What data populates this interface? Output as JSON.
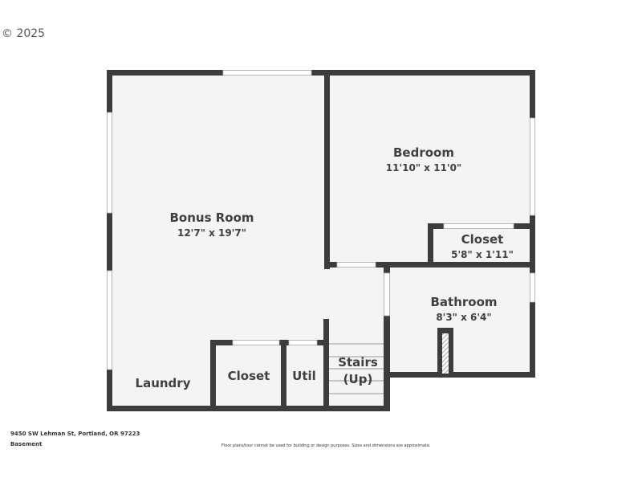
{
  "copyright": "© 2025",
  "address": "9450 SW Lehman St, Portland, OR 97223",
  "level": "Basement",
  "disclaimer": "Floor plans/tour cannot be used for building or design purposes. Sizes and dimensions are approximate.",
  "rooms": [
    {
      "name": "Bonus Room",
      "dims": "12'7\" x 19'7\""
    },
    {
      "name": "Bedroom",
      "dims": "11'10\" x 11'0\""
    },
    {
      "name": "Closet",
      "dims": "5'8\" x 1'11\""
    },
    {
      "name": "Bathroom",
      "dims": "8'3\" x 6'4\""
    },
    {
      "name": "Laundry"
    },
    {
      "name": "Closet"
    },
    {
      "name": "Util"
    },
    {
      "name": "Stairs"
    },
    {
      "name": "(Up)"
    }
  ],
  "colors": {
    "wall": "#3c3c3c",
    "floor": "#f4f4f4"
  }
}
